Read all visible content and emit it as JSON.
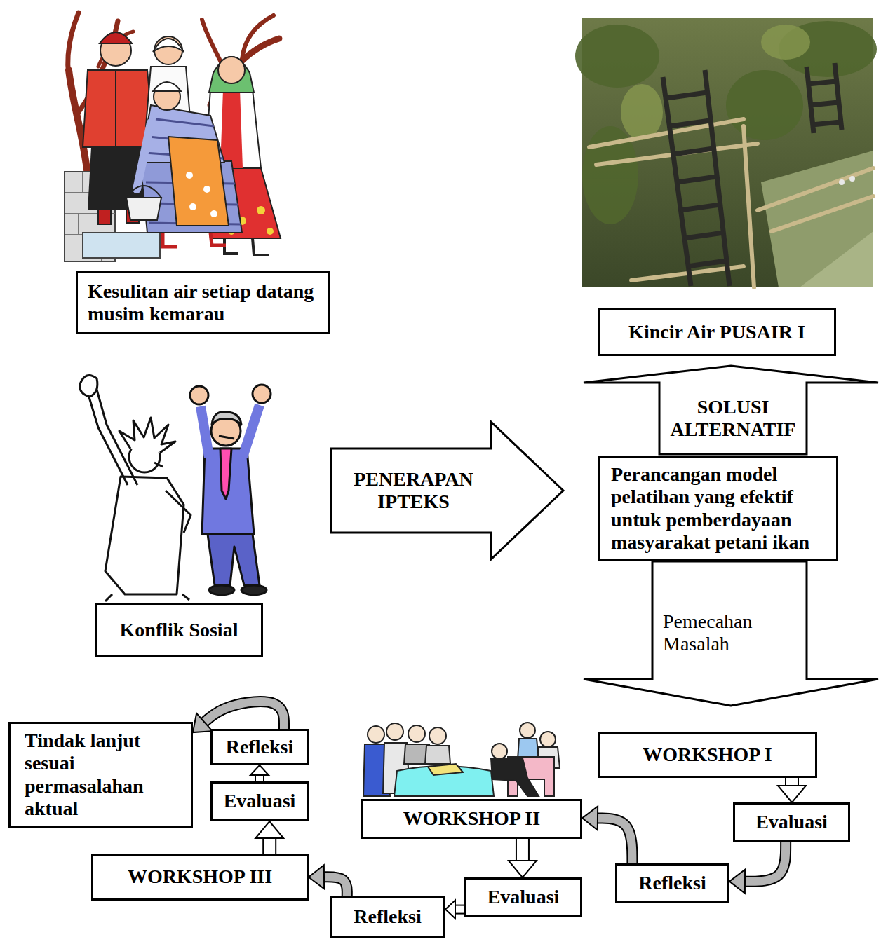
{
  "diagram": {
    "nodes": [
      {
        "text": [
          "Kesulitan air setiap datang musim kemarau"
        ]
      },
      {
        "text": [
          "Kincir Air PUSAIR I"
        ]
      },
      {
        "text": [
          "SOLUSI ALTERNATIF"
        ]
      },
      {
        "text": [
          "PENERAPAN IPTEKS"
        ]
      },
      {
        "text": [
          "Perancangan model pelatihan yang efektif untuk pemberdayaan masyarakat petani ikan"
        ]
      },
      {
        "text": [
          "Pemecahan Masalah"
        ]
      },
      {
        "text": [
          "Konflik Sosial"
        ]
      },
      {
        "text": [
          "WORKSHOP I"
        ]
      },
      {
        "text": [
          "Evaluasi"
        ]
      },
      {
        "text": [
          "Refleksi"
        ]
      },
      {
        "text": [
          "WORKSHOP II"
        ]
      },
      {
        "text": [
          "Evaluasi"
        ]
      },
      {
        "text": [
          "Refleksi"
        ]
      },
      {
        "text": [
          "WORKSHOP III"
        ]
      },
      {
        "text": [
          "Evaluasi"
        ]
      },
      {
        "text": [
          "Refleksi"
        ]
      },
      {
        "text": [
          "Tindak lanjut sesuai permasalahan aktual"
        ]
      }
    ],
    "edges": [
      {
        "from": 7,
        "to": 8,
        "arrow": "to"
      },
      {
        "from": 8,
        "to": 9,
        "arrow": "to"
      },
      {
        "from": 9,
        "to": 10,
        "arrow": "to"
      },
      {
        "from": 10,
        "to": 11,
        "arrow": "to"
      },
      {
        "from": 11,
        "to": 12,
        "arrow": "to"
      },
      {
        "from": 12,
        "to": 13,
        "arrow": "to"
      },
      {
        "from": 13,
        "to": 14,
        "arrow": "to"
      },
      {
        "from": 14,
        "to": 15,
        "arrow": "to"
      },
      {
        "from": 15,
        "to": 16,
        "arrow": "to"
      }
    ]
  }
}
